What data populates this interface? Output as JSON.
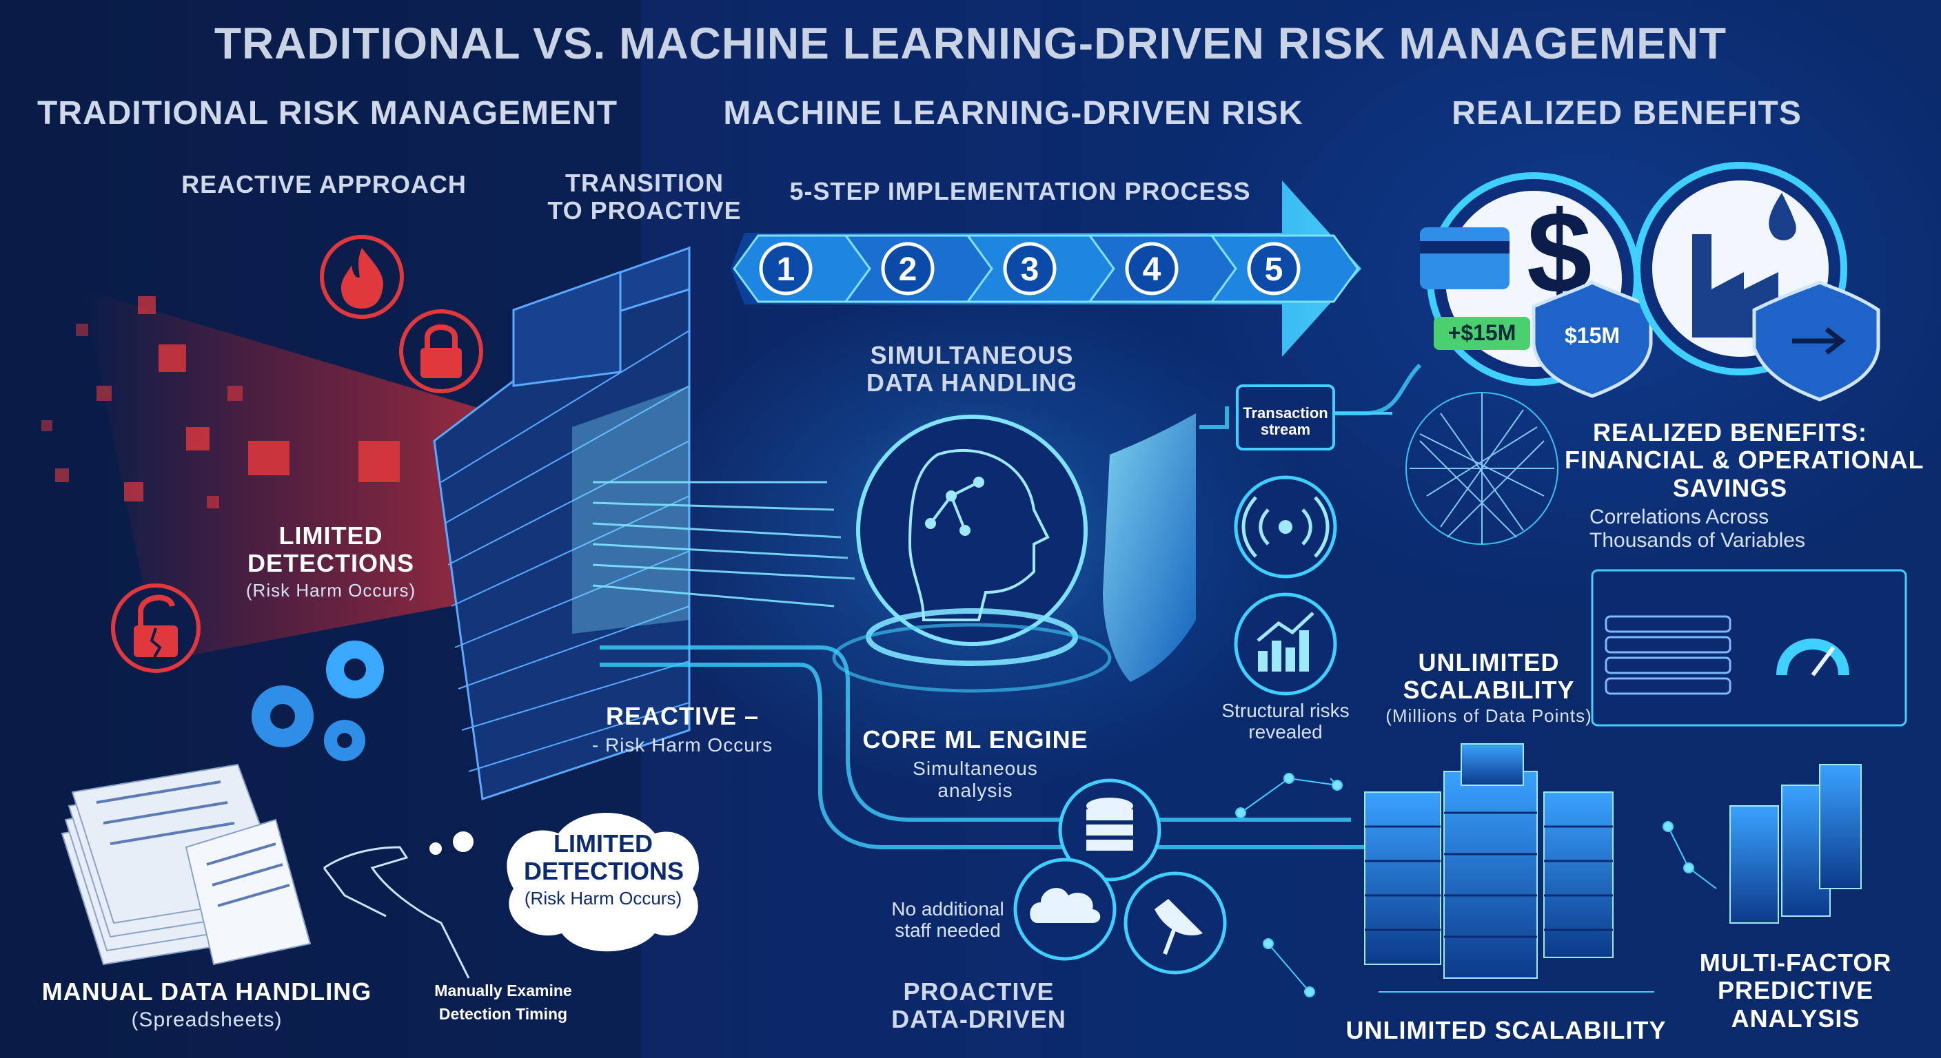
{
  "title": "TRADITIONAL VS. MACHINE LEARNING-DRIVEN RISK MANAGEMENT",
  "sections": {
    "traditional": "TRADITIONAL RISK MANAGEMENT",
    "ml": "MACHINE LEARNING-DRIVEN RISK",
    "benefits": "REALIZED BENEFITS"
  },
  "traditional": {
    "reactive_approach": "REACTIVE APPROACH",
    "limited_detections": "LIMITED DETECTIONS",
    "risk_harm": "(Risk Harm Occurs)",
    "manual_title": "MANUAL DATA HANDLING",
    "manual_sub": "(Spreadsheets)",
    "manually_examine": "Manually Examine",
    "detection_timing": "Detection Timing",
    "cloud_title": "LIMITED DETECTIONS",
    "cloud_sub": "(Risk Harm Occurs)"
  },
  "transition": {
    "line1": "TRANSITION",
    "line2": "TO PROACTIVE",
    "reactive_title": "REACTIVE –",
    "reactive_sub": "- Risk Harm Occurs"
  },
  "process": {
    "title": "5-STEP IMPLEMENTATION PROCESS",
    "steps": [
      "1",
      "2",
      "3",
      "4",
      "5"
    ]
  },
  "ml": {
    "simultaneous_line1": "SIMULTANEOUS",
    "simultaneous_line2": "DATA HANDLING",
    "core_title": "CORE ML ENGINE",
    "core_sub1": "Simultaneous",
    "core_sub2": "analysis",
    "transaction_line1": "Transaction",
    "transaction_line2": "stream",
    "structural_line1": "Structural risks",
    "structural_line2": "revealed",
    "no_staff_line1": "No additional",
    "no_staff_line2": "staff needed",
    "proactive_line1": "PROACTIVE",
    "proactive_line2": "DATA-DRIVEN"
  },
  "benefits": {
    "plus_amount": "+$15M",
    "shield_amount": "$15M",
    "realized_line1": "REALIZED BENEFITS:",
    "realized_line2": "FINANCIAL & OPERATIONAL",
    "realized_line3": "SAVINGS",
    "correlations_line1": "Correlations Across",
    "correlations_line2": "Thousands of Variables",
    "unlimited_line1": "UNLIMITED",
    "unlimited_line2": "SCALABILITY",
    "unlimited_sub": "(Millions of Data Points)",
    "unlimited_bottom": "UNLIMITED SCALABILITY",
    "multi_line1": "MULTI-FACTOR",
    "multi_line2": "PREDICTIVE",
    "multi_line3": "ANALYSIS"
  },
  "colors": {
    "accent_cyan": "#3fd0ff",
    "danger_red": "#e0383c",
    "positive_green": "#4bd06f",
    "panel_dark": "#0b1d4a"
  }
}
